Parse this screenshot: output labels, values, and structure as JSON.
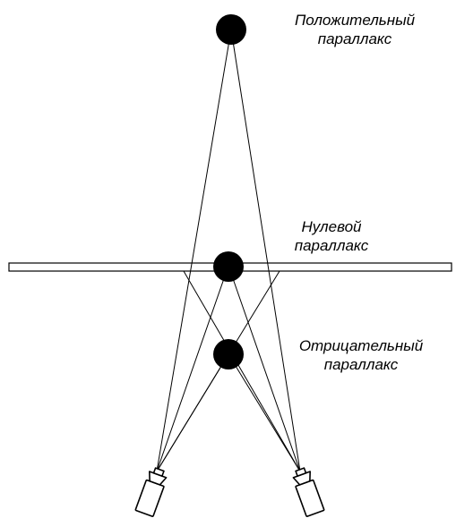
{
  "labels": {
    "positive": {
      "line1": "Положительный",
      "line2": "параллакс"
    },
    "zero": {
      "line1": "Нулевой",
      "line2": "параллакс"
    },
    "negative": {
      "line1": "Отрицательный",
      "line2": "параллакс"
    }
  },
  "icons": {
    "left_camera": "camera-icon",
    "right_camera": "camera-icon"
  },
  "colors": {
    "stroke": "#000000",
    "fill_dot": "#000000",
    "background": "#ffffff"
  }
}
